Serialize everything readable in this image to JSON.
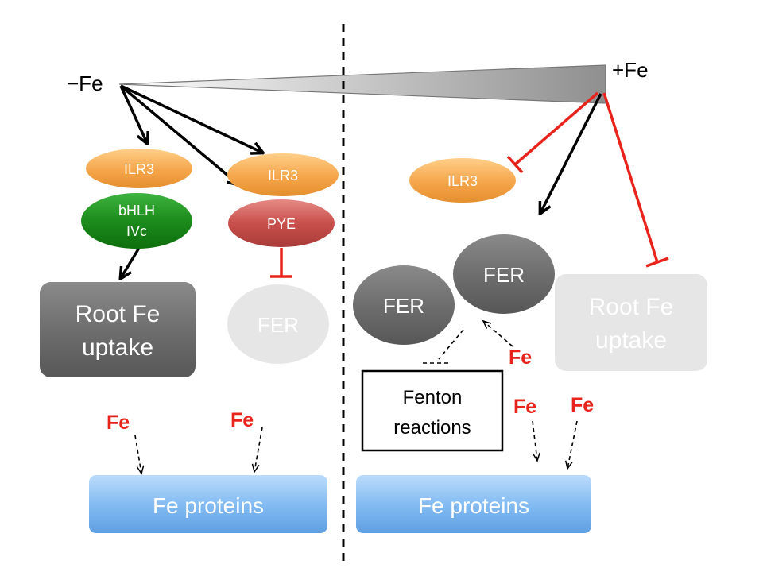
{
  "labels": {
    "minus_fe": "−Fe",
    "plus_fe": "+Fe"
  },
  "left": {
    "ilr3_a": "ILR3",
    "bhlh_line1": "bHLH",
    "bhlh_line2": "IVc",
    "ilr3_b": "ILR3",
    "pye": "PYE",
    "root_line1": "Root Fe",
    "root_line2": "uptake",
    "fer_faded": "FER",
    "fe_1": "Fe",
    "fe_2": "Fe",
    "fe_proteins": "Fe proteins"
  },
  "right": {
    "ilr3": "ILR3",
    "fer_1": "FER",
    "fer_2": "FER",
    "fe_fer": "Fe",
    "fenton_line1": "Fenton",
    "fenton_line2": "reactions",
    "root_line1": "Root Fe",
    "root_line2": "uptake",
    "fe_1": "Fe",
    "fe_2": "Fe",
    "fe_proteins": "Fe proteins"
  },
  "colors": {
    "activation": "#000000",
    "repression": "#e8231b",
    "fe_text": "#e8231b",
    "ilr3": "#f5a54a",
    "bhlh": "#1c8c1c",
    "pye": "#c9504c",
    "node_grey": "#6e6e6e",
    "faded": "#e6e6e6",
    "protein_box": "#79b3ef"
  }
}
